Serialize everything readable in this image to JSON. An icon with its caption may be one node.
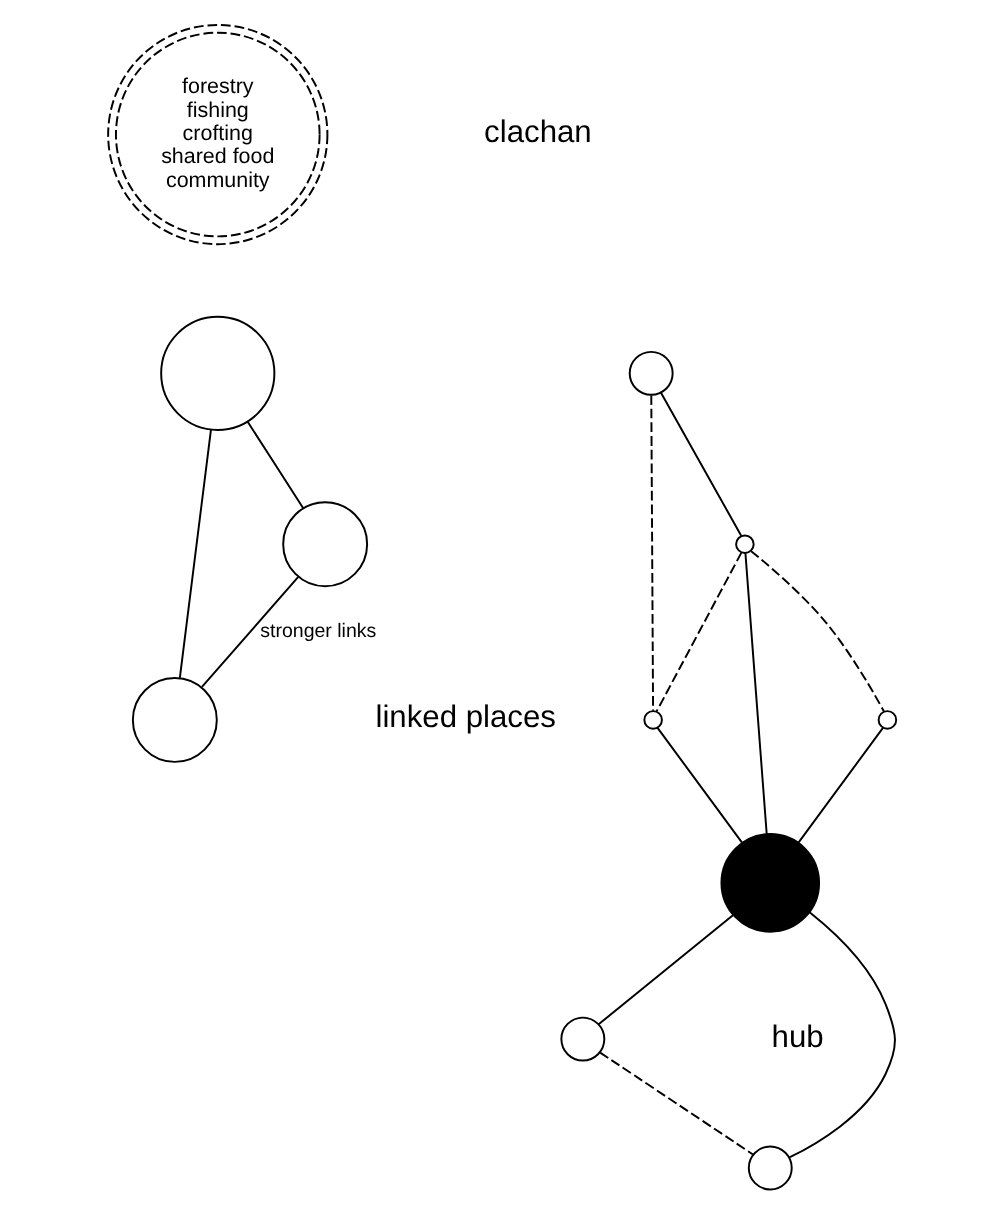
{
  "diagram": {
    "nodes": [
      {
        "text": [
          "forestry",
          "fishing",
          "crofting",
          "shared food",
          "community"
        ]
      },
      {
        "text": [],
        "shape": "circle"
      },
      {
        "text": [],
        "shape": "circle"
      },
      {
        "text": [],
        "shape": "circle"
      },
      {
        "text": [],
        "shape": "circle"
      },
      {
        "text": [],
        "shape": "circle"
      },
      {
        "text": [],
        "shape": "circle"
      },
      {
        "text": [],
        "shape": "circle"
      },
      {
        "text": [],
        "shape": "circle"
      },
      {
        "text": [],
        "shape": "circle"
      },
      {
        "text": [],
        "shape": "circle"
      }
    ],
    "edges": [
      {
        "from": 1,
        "to": 2,
        "arrow": "none"
      },
      {
        "from": 1,
        "to": 3,
        "arrow": "none"
      },
      {
        "from": 3,
        "to": 2,
        "arrow": "none",
        "label": "stronger links"
      },
      {
        "from": 4,
        "to": 8,
        "arrow": "none"
      },
      {
        "from": 7,
        "to": 8,
        "arrow": "none"
      },
      {
        "from": 10,
        "to": 8,
        "arrow": "none"
      },
      {
        "from": 8,
        "to": 5,
        "arrow": "none"
      },
      {
        "from": 8,
        "to": 9,
        "arrow": "none"
      },
      {
        "from": 6,
        "to": 7,
        "arrow": "none"
      },
      {
        "from": 6,
        "to": 4,
        "arrow": "none",
        "style": "dashed"
      },
      {
        "from": 7,
        "to": 4,
        "arrow": "none",
        "style": "dashed"
      },
      {
        "from": 7,
        "to": 10,
        "arrow": "none",
        "style": "dashed"
      },
      {
        "from": 5,
        "to": 9,
        "arrow": "none",
        "style": "dashed"
      }
    ],
    "labels": [
      "clachan",
      "linked places",
      "hub"
    ]
  }
}
